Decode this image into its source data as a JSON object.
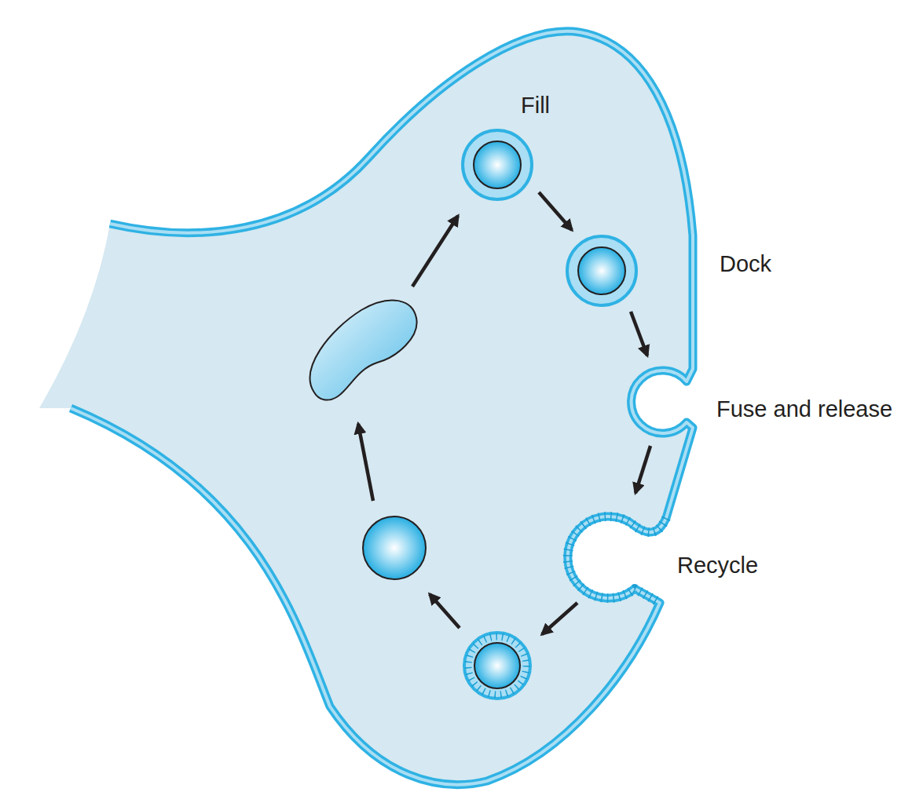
{
  "diagram": {
    "labels": [
      "Fill",
      "Dock",
      "Fuse and release",
      "Recycle"
    ]
  }
}
